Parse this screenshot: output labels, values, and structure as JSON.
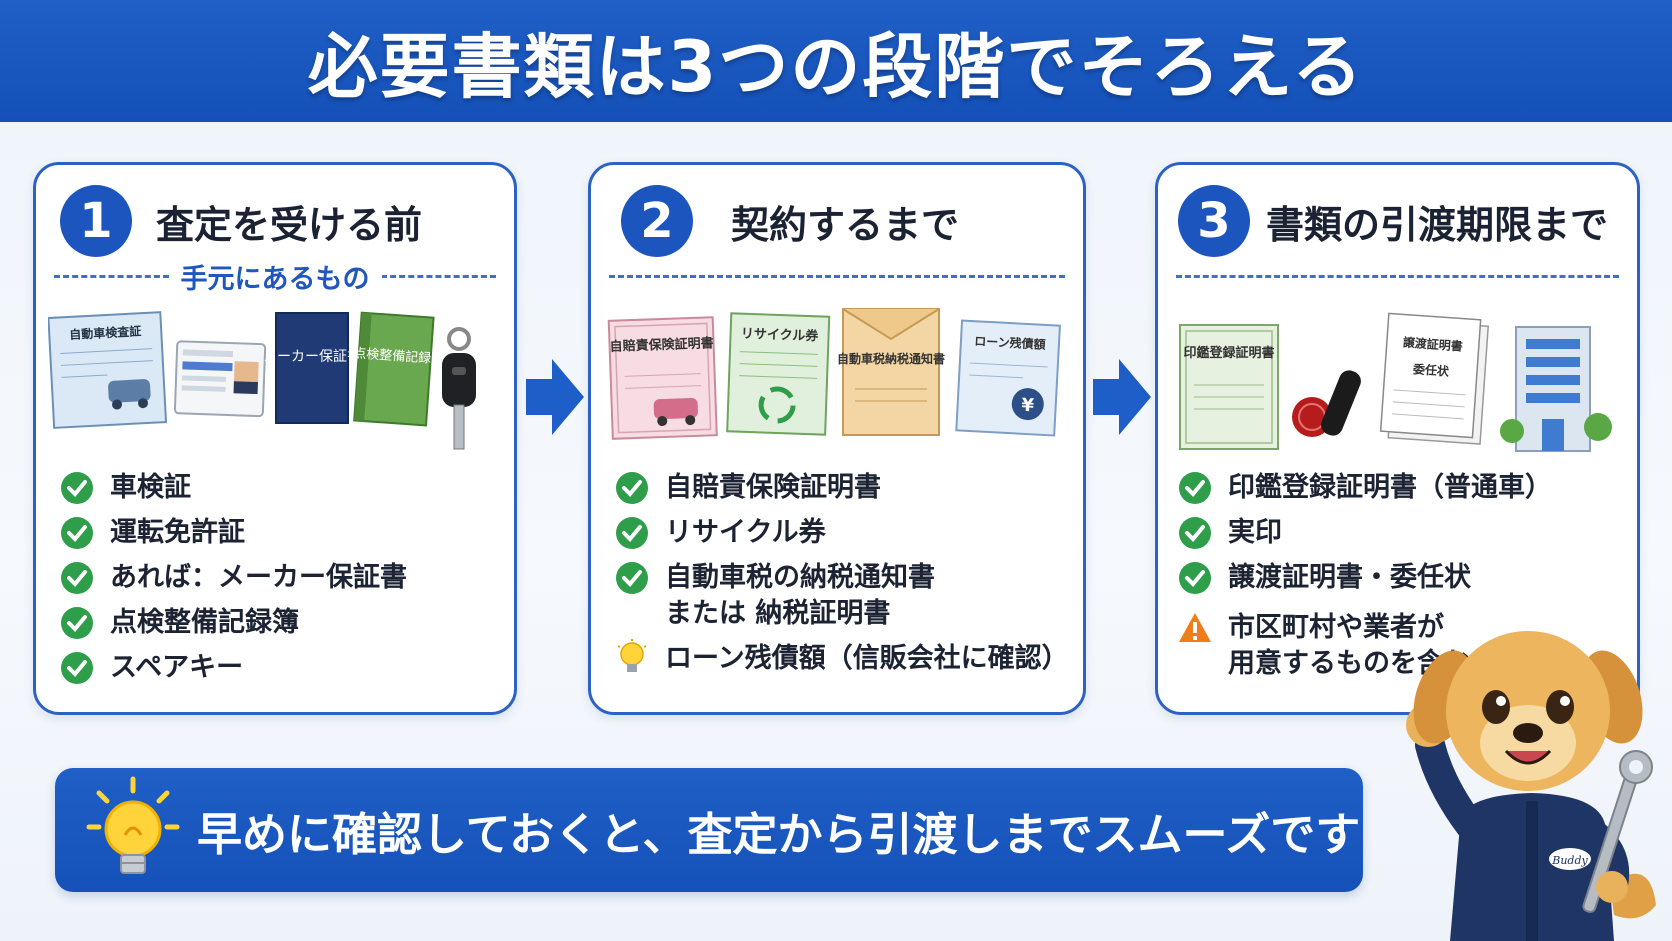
{
  "title": "必要書類は3つの段階でそろえる",
  "steps": [
    {
      "number": "1",
      "title": "査定を受ける前",
      "subtitle": "手元にあるもの",
      "illustration_labels": [
        "自動車検査証",
        "メーカー保証書",
        "点検整備記録簿"
      ],
      "items": [
        {
          "icon": "check-icon",
          "text": "車検証"
        },
        {
          "icon": "check-icon",
          "text": "運転免許証"
        },
        {
          "icon": "check-icon",
          "text": "あれば：メーカー保証書"
        },
        {
          "icon": "check-icon",
          "text": "点検整備記録簿"
        },
        {
          "icon": "check-icon",
          "text": "スペアキー"
        }
      ]
    },
    {
      "number": "2",
      "title": "契約するまで",
      "illustration_labels": [
        "自賠責保険証明書",
        "リサイクル券",
        "自動車税納税通知書",
        "ローン残債額",
        "¥"
      ],
      "items": [
        {
          "icon": "check-icon",
          "text": "自賠責保険証明書"
        },
        {
          "icon": "check-icon",
          "text": "リサイクル券"
        },
        {
          "icon": "check-icon",
          "text": "自動車税の納税通知書"
        },
        {
          "icon": "none",
          "text": "または 納税証明書"
        },
        {
          "icon": "lightbulb-icon",
          "text": "ローン残債額（信販会社に確認）"
        }
      ]
    },
    {
      "number": "3",
      "title": "書類の引渡期限まで",
      "illustration_labels": [
        "印鑑登録証明書",
        "譲渡証明書",
        "委任状"
      ],
      "items": [
        {
          "icon": "check-icon",
          "text": "印鑑登録証明書（普通車）"
        },
        {
          "icon": "check-icon",
          "text": "実印"
        },
        {
          "icon": "check-icon",
          "text": "譲渡証明書・委任状"
        },
        {
          "icon": "warning-icon",
          "text": "市区町村や業者が"
        },
        {
          "icon": "none",
          "text": "用意するものを含む"
        }
      ]
    }
  ],
  "banner": {
    "icon": "lightbulb-icon",
    "text": "早めに確認しておくと、査定から引渡しまでスムーズです"
  },
  "mascot": {
    "badge": "Buddy"
  },
  "colors": {
    "primary": "#1b55bd",
    "check": "#2e9e4a",
    "warning": "#f07d1a",
    "background": "#eef4fb"
  }
}
